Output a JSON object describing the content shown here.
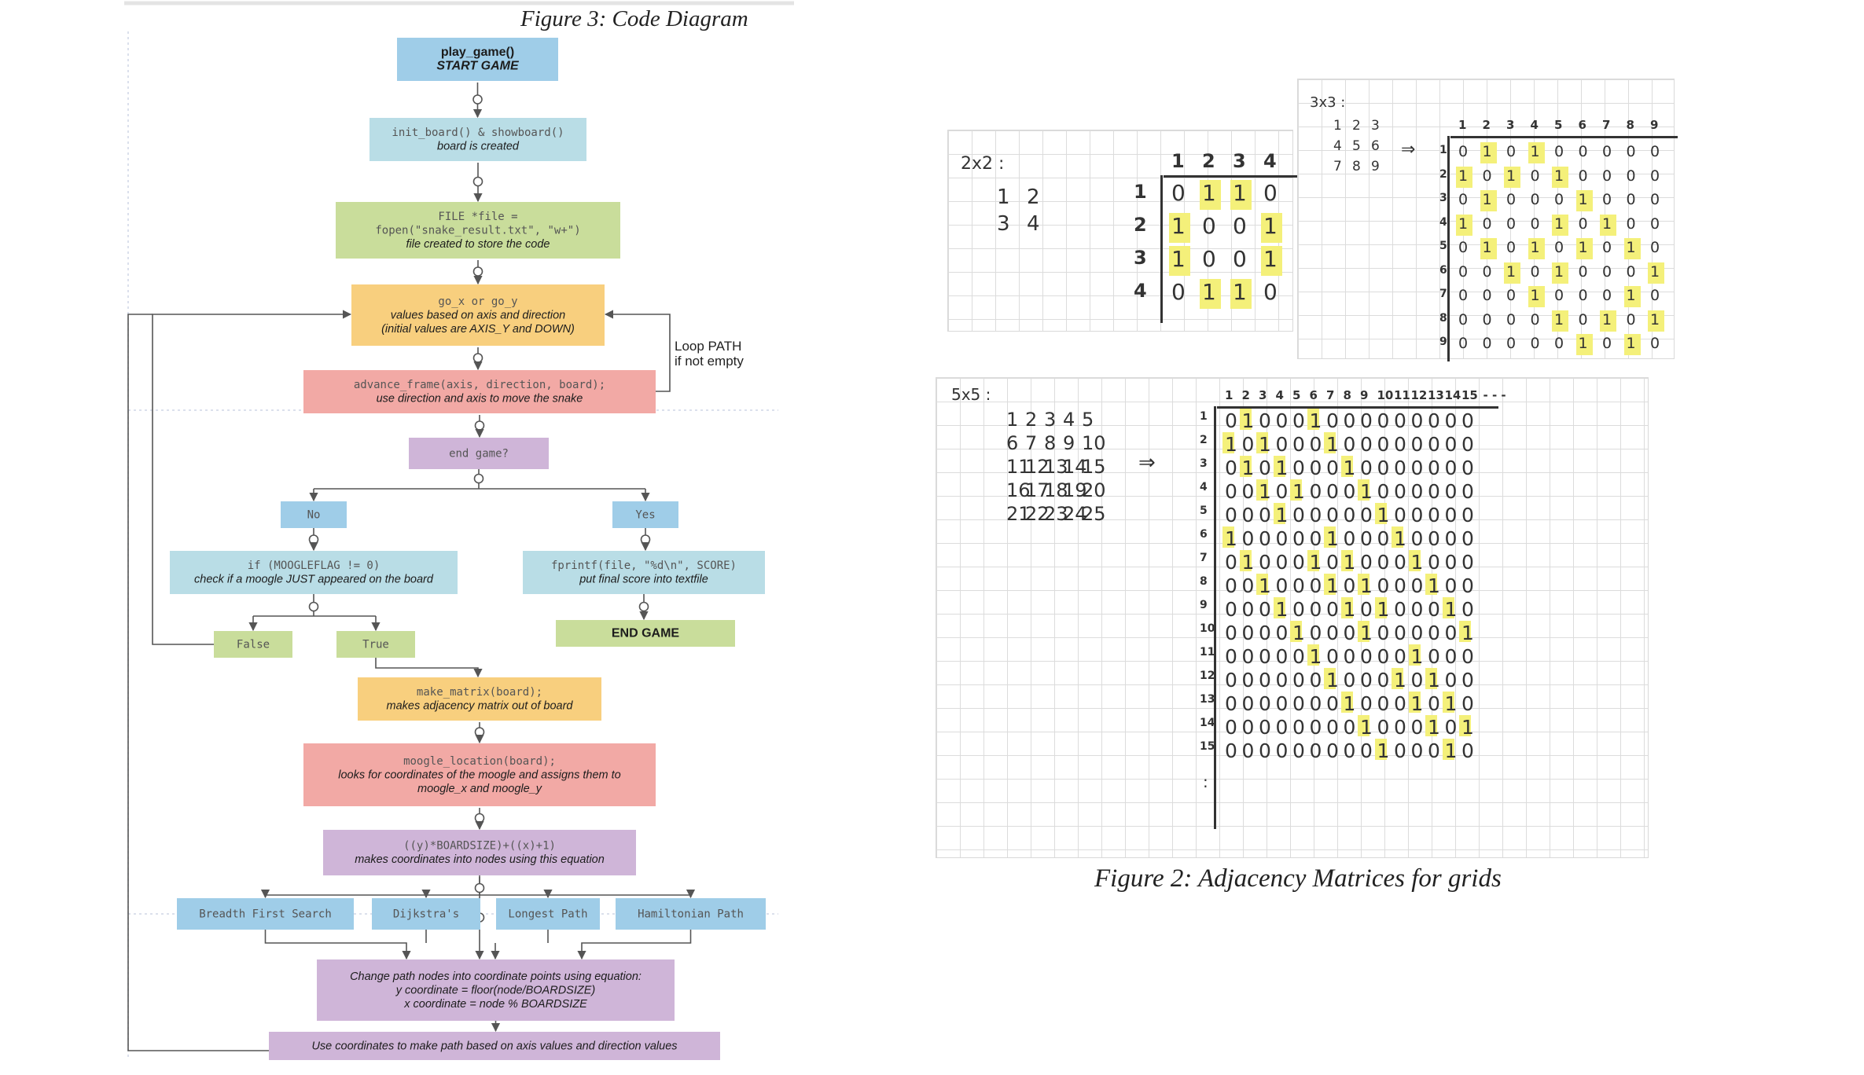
{
  "fig3": {
    "caption": "Figure 3: Code Diagram",
    "nodes": [
      {
        "id": "start",
        "code": "play_game()",
        "desc": "START GAME",
        "color": "#9fcde8",
        "bold": true
      },
      {
        "id": "init",
        "code": "init_board() & showboard()",
        "desc": "board is created",
        "color": "#b9dde6"
      },
      {
        "id": "file",
        "code": "FILE *file =\nfopen(\"snake_result.txt\", \"w+\")",
        "desc": "file created to store the code",
        "color": "#c9dd9b"
      },
      {
        "id": "go",
        "code": "go_x or go_y",
        "desc": "values based on axis and direction\n(initial values are AXIS_Y and DOWN)",
        "color": "#f8cf7e"
      },
      {
        "id": "advance",
        "code": "advance_frame(axis, direction, board);",
        "desc": "use direction and axis to move the snake",
        "color": "#f2a9a5"
      },
      {
        "id": "end",
        "code": "end game?",
        "desc": "",
        "color": "#cfb5d8"
      },
      {
        "id": "no",
        "code": "No",
        "desc": "",
        "color": "#9fcde8"
      },
      {
        "id": "yes",
        "code": "Yes",
        "desc": "",
        "color": "#9fcde8"
      },
      {
        "id": "moogleflag",
        "code": "if (MOOGLEFLAG != 0)",
        "desc": "check if a moogle JUST appeared on the board",
        "color": "#b9dde6"
      },
      {
        "id": "fprintf",
        "code": "fprintf(file, \"%d\\n\", SCORE)",
        "desc": "put final score into textfile",
        "color": "#b9dde6"
      },
      {
        "id": "false",
        "code": "False",
        "desc": "",
        "color": "#c9dd9b"
      },
      {
        "id": "true",
        "code": "True",
        "desc": "",
        "color": "#c9dd9b"
      },
      {
        "id": "endgame",
        "code": "END GAME",
        "desc": "",
        "color": "#c9dd9b",
        "bold": true
      },
      {
        "id": "matrix",
        "code": "make_matrix(board);",
        "desc": "makes adjacency matrix out of board",
        "color": "#f8cf7e"
      },
      {
        "id": "moogleloc",
        "code": "moogle_location(board);",
        "desc": "looks for coordinates of the moogle and assigns them to\nmoogle_x and moogle_y",
        "color": "#f2a9a5"
      },
      {
        "id": "equation",
        "code": "((y)*BOARDSIZE)+((x)+1)",
        "desc": "makes coordinates into nodes using this equation",
        "color": "#cfb5d8"
      },
      {
        "id": "bfs",
        "code": "Breadth First Search",
        "desc": "",
        "color": "#9fcde8"
      },
      {
        "id": "dij",
        "code": "Dijkstra's",
        "desc": "",
        "color": "#9fcde8"
      },
      {
        "id": "longest",
        "code": "Longest Path",
        "desc": "",
        "color": "#9fcde8"
      },
      {
        "id": "ham",
        "code": "Hamiltonian Path",
        "desc": "",
        "color": "#9fcde8"
      },
      {
        "id": "change",
        "code": "",
        "desc": "Change path nodes into coordinate points using equation:\ny coordinate = floor(node/BOARDSIZE)\nx coordinate = node % BOARDSIZE",
        "color": "#cfb5d8"
      },
      {
        "id": "usecoords",
        "code": "",
        "desc": "Use coordinates to make path based on axis values and direction values",
        "color": "#cfb5d8"
      }
    ],
    "loop_label": "Loop PATH\nif not empty"
  },
  "fig2": {
    "caption": "Figure 2: Adjacency Matrices for grids",
    "m2": {
      "label": "2x2 :",
      "grid": [
        [
          "1",
          "2"
        ],
        [
          "3",
          "4"
        ]
      ],
      "headers": [
        "1",
        "2",
        "3",
        "4"
      ],
      "rows": [
        [
          0,
          1,
          1,
          0
        ],
        [
          1,
          0,
          0,
          1
        ],
        [
          1,
          0,
          0,
          1
        ],
        [
          0,
          1,
          1,
          0
        ]
      ]
    },
    "m3": {
      "label": "3x3 :",
      "grid": [
        [
          "1",
          "2",
          "3"
        ],
        [
          "4",
          "5",
          "6"
        ],
        [
          "7",
          "8",
          "9"
        ]
      ],
      "arrow": "⇒",
      "headers": [
        "1",
        "2",
        "3",
        "4",
        "5",
        "6",
        "7",
        "8",
        "9"
      ],
      "rows": [
        [
          0,
          1,
          0,
          1,
          0,
          0,
          0,
          0,
          0
        ],
        [
          1,
          0,
          1,
          0,
          1,
          0,
          0,
          0,
          0
        ],
        [
          0,
          1,
          0,
          0,
          0,
          1,
          0,
          0,
          0
        ],
        [
          1,
          0,
          0,
          0,
          1,
          0,
          1,
          0,
          0
        ],
        [
          0,
          1,
          0,
          1,
          0,
          1,
          0,
          1,
          0
        ],
        [
          0,
          0,
          1,
          0,
          1,
          0,
          0,
          0,
          1
        ],
        [
          0,
          0,
          0,
          1,
          0,
          0,
          0,
          1,
          0
        ],
        [
          0,
          0,
          0,
          0,
          1,
          0,
          1,
          0,
          1
        ],
        [
          0,
          0,
          0,
          0,
          0,
          1,
          0,
          1,
          0
        ]
      ]
    },
    "m5": {
      "label": "5x5 :",
      "grid": [
        [
          "1",
          "2",
          "3",
          "4",
          "5"
        ],
        [
          "6",
          "7",
          "8",
          "9",
          "10"
        ],
        [
          "11",
          "12",
          "13",
          "14",
          "15"
        ],
        [
          "16",
          "17",
          "18",
          "19",
          "20"
        ],
        [
          "21",
          "22",
          "23",
          "24",
          "25"
        ]
      ],
      "arrow": "⇒",
      "headers": [
        "1",
        "2",
        "3",
        "4",
        "5",
        "6",
        "7",
        "8",
        "9",
        "10",
        "11",
        "12",
        "13",
        "14",
        "15",
        "- - -"
      ],
      "rows": [
        [
          0,
          1,
          0,
          0,
          0,
          1,
          0,
          0,
          0,
          0,
          0,
          0,
          0,
          0,
          0
        ],
        [
          1,
          0,
          1,
          0,
          0,
          0,
          1,
          0,
          0,
          0,
          0,
          0,
          0,
          0,
          0
        ],
        [
          0,
          1,
          0,
          1,
          0,
          0,
          0,
          1,
          0,
          0,
          0,
          0,
          0,
          0,
          0
        ],
        [
          0,
          0,
          1,
          0,
          1,
          0,
          0,
          0,
          1,
          0,
          0,
          0,
          0,
          0,
          0
        ],
        [
          0,
          0,
          0,
          1,
          0,
          0,
          0,
          0,
          0,
          1,
          0,
          0,
          0,
          0,
          0
        ],
        [
          1,
          0,
          0,
          0,
          0,
          0,
          1,
          0,
          0,
          0,
          1,
          0,
          0,
          0,
          0
        ],
        [
          0,
          1,
          0,
          0,
          0,
          1,
          0,
          1,
          0,
          0,
          0,
          1,
          0,
          0,
          0
        ],
        [
          0,
          0,
          1,
          0,
          0,
          0,
          1,
          0,
          1,
          0,
          0,
          0,
          1,
          0,
          0
        ],
        [
          0,
          0,
          0,
          1,
          0,
          0,
          0,
          1,
          0,
          1,
          0,
          0,
          0,
          1,
          0
        ],
        [
          0,
          0,
          0,
          0,
          1,
          0,
          0,
          0,
          1,
          0,
          0,
          0,
          0,
          0,
          1
        ],
        [
          0,
          0,
          0,
          0,
          0,
          1,
          0,
          0,
          0,
          0,
          0,
          1,
          0,
          0,
          0
        ],
        [
          0,
          0,
          0,
          0,
          0,
          0,
          1,
          0,
          0,
          0,
          1,
          0,
          1,
          0,
          0
        ],
        [
          0,
          0,
          0,
          0,
          0,
          0,
          0,
          1,
          0,
          0,
          0,
          1,
          0,
          1,
          0
        ],
        [
          0,
          0,
          0,
          0,
          0,
          0,
          0,
          0,
          1,
          0,
          0,
          0,
          1,
          0,
          1
        ],
        [
          0,
          0,
          0,
          0,
          0,
          0,
          0,
          0,
          0,
          1,
          0,
          0,
          0,
          1,
          0
        ]
      ],
      "row_more": ":"
    },
    "highlight_color": "#f4f07a"
  }
}
